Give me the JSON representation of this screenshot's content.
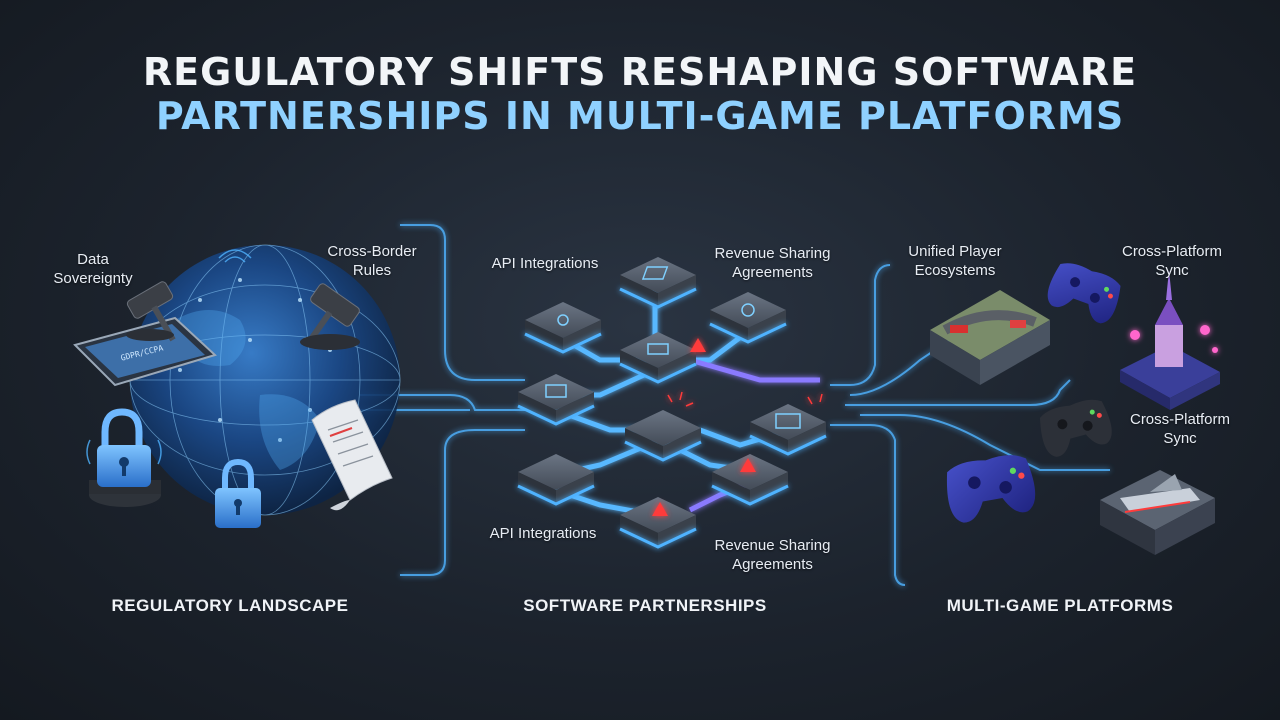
{
  "title": {
    "line1": "REGULATORY SHIFTS RESHAPING SOFTWARE",
    "line2": "PARTNERSHIPS IN MULTI-GAME PLATFORMS"
  },
  "regulatory": {
    "section_label": "REGULATORY LANDSCAPE",
    "data_sovereignty": "Data Sovereignty",
    "cross_border": "Cross-Border Rules"
  },
  "partnerships": {
    "section_label": "SOFTWARE PARTNERSHIPS",
    "api_top": "API Integrations",
    "revenue_top": "Revenue Sharing Agreements",
    "api_bottom": "API Integrations",
    "revenue_bottom": "Revenue Sharing Agreements"
  },
  "platforms": {
    "section_label": "MULTI-GAME PLATFORMS",
    "unified": "Unified Player Ecosystems",
    "sync_top": "Cross-Platform Sync",
    "sync_mid": "Cross-Platform Sync"
  },
  "colors": {
    "accent": "#4fb3ff",
    "title_highlight": "#8fd1ff",
    "warning": "#ff3b3b",
    "controller": "#2b2f9a"
  }
}
